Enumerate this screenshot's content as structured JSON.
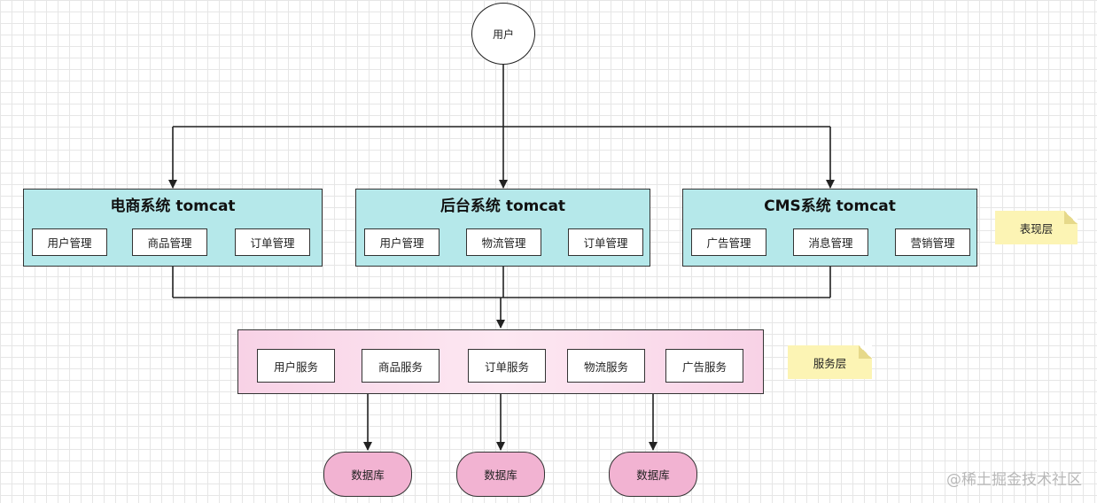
{
  "user": {
    "label": "用户"
  },
  "systems": [
    {
      "title": "电商系统 tomcat",
      "modules": [
        "用户管理",
        "商品管理",
        "订单管理"
      ]
    },
    {
      "title": "后台系统 tomcat",
      "modules": [
        "用户管理",
        "物流管理",
        "订单管理"
      ]
    },
    {
      "title": "CMS系统 tomcat",
      "modules": [
        "广告管理",
        "消息管理",
        "营销管理"
      ]
    }
  ],
  "presentation_note": "表现层",
  "services": [
    "用户服务",
    "商品服务",
    "订单服务",
    "物流服务",
    "广告服务"
  ],
  "service_note": "服务层",
  "databases": [
    "数据库",
    "数据库",
    "数据库"
  ],
  "watermark": "@稀土掘金技术社区"
}
